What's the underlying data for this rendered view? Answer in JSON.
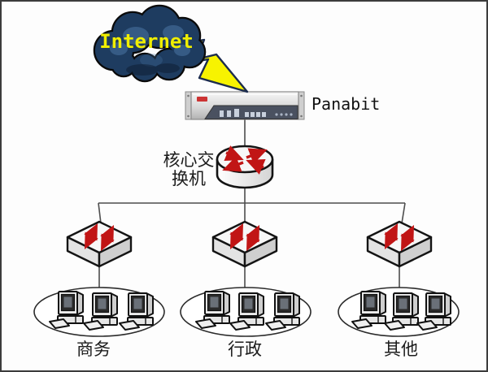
{
  "internet": {
    "label": "Internet"
  },
  "appliance": {
    "label": "Panabit"
  },
  "core_switch": {
    "label_line1": "核心交",
    "label_line2": "换机"
  },
  "groups": [
    {
      "label": "商务"
    },
    {
      "label": "行政"
    },
    {
      "label": "其他"
    }
  ],
  "colors": {
    "cloud_fill": "#1e3c60",
    "cloud_highlight": "#46719f",
    "internet_text": "#f0ee00",
    "lightning_fill": "#f7f300",
    "lightning_outline": "#1c2c4e",
    "arrow_red": "#c11515",
    "connection_line": "#4d4d4d",
    "frame_border": "#3c3c3c",
    "device_logo": "#cc3333"
  }
}
